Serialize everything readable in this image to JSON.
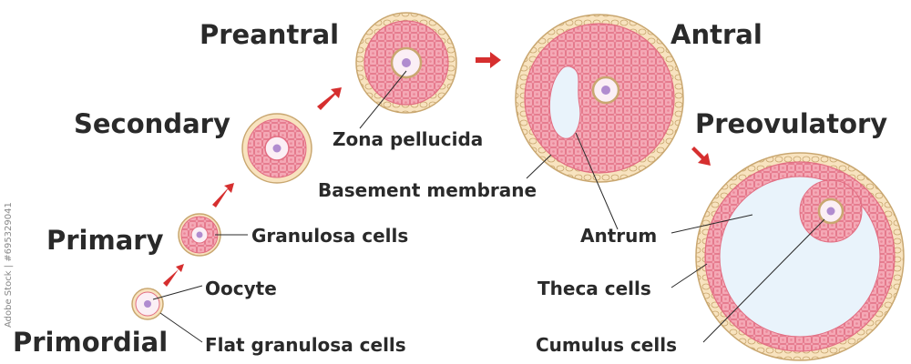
{
  "colors": {
    "granulosa": "#f4a9b6",
    "granulosa_edge": "#e26d82",
    "theca": "#f8e3bf",
    "theca_edge": "#c9a770",
    "oocyte": "#fbeff5",
    "nucleus": "#b08ccf",
    "antrum": "#e9f3fb",
    "arrow": "#d62f2f",
    "text": "#2a2a2a"
  },
  "stages": {
    "primordial": "Primordial",
    "primary": "Primary",
    "secondary": "Secondary",
    "preantral": "Preantral",
    "antral": "Antral",
    "preovulatory": "Preovulatory"
  },
  "labels": {
    "oocyte": "Oocyte",
    "flat_granulosa": "Flat granulosa cells",
    "granulosa": "Granulosa cells",
    "zona": "Zona pellucida",
    "basement": "Basement membrane",
    "antrum": "Antrum",
    "theca": "Theca cells",
    "cumulus": "Cumulus cells"
  },
  "side_text": "Adobe Stock | #695329041"
}
